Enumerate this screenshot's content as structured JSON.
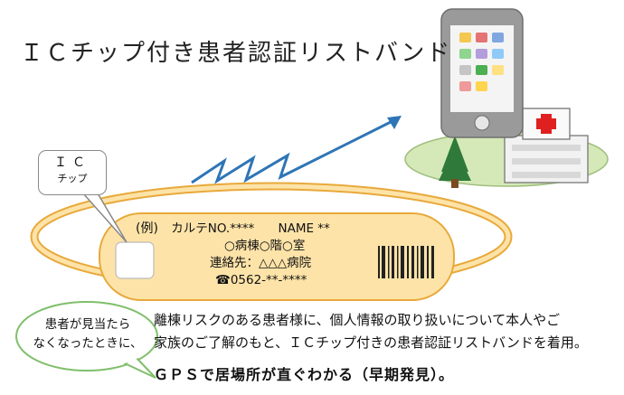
{
  "title": "ＩＣチップ付き患者認証リストバンド",
  "ic_chip_label": {
    "line1": "ＩＣ",
    "line2": "チップ"
  },
  "wristband": {
    "example": "(例)",
    "chart_no": "カルテNO.****",
    "name": "NAME **",
    "room": "○病棟○階○室",
    "contact": "連絡先：△△△病院",
    "phone_icon": "☎",
    "phone": "0562-**-****"
  },
  "speech_bubble": {
    "line1": "患者が見当たら",
    "line2": "なくなったときに、"
  },
  "description": {
    "line1": "離棟リスクのある患者様に、個人情報の取り扱いについて本人やご",
    "line2": "家族のご了解のもと、ＩＣチップ付きの患者認証リストバンドを着用。"
  },
  "gps_note": "ＧＰＳで居場所が直ぐわかる（早期発見）。",
  "colors": {
    "band_fill": "#fde3a8",
    "band_stroke": "#e8a93b",
    "arrow": "#2e75b6",
    "phone_body": "#9a9a9a",
    "hill": "#d5e9b8",
    "tree": "#2f7a3a",
    "cross": "#e02020"
  },
  "icons": [
    "smartphone-icon",
    "hospital-icon",
    "tree-icon",
    "barcode-icon",
    "signal-arrow-icon",
    "ic-chip-icon"
  ]
}
